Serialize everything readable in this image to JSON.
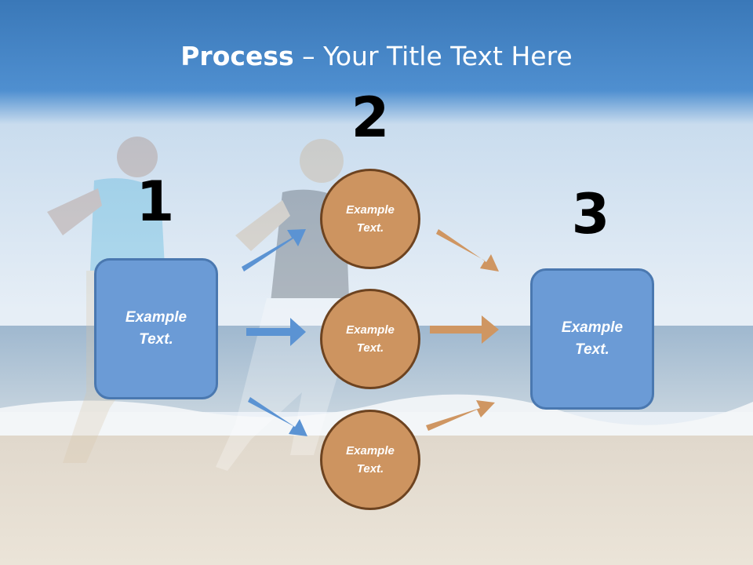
{
  "title": {
    "bold": "Process",
    "rest": " – Your Title Text Here"
  },
  "steps": [
    {
      "number": "1",
      "box_text": "Example Text."
    },
    {
      "number": "2",
      "circles": [
        "Example Text.",
        "Example Text.",
        "Example Text."
      ]
    },
    {
      "number": "3",
      "box_text": "Example Text."
    }
  ],
  "colors": {
    "box_fill": "#6b9bd6",
    "box_border": "#4a78b0",
    "circle_fill": "#cd9460",
    "circle_border": "#6d4320",
    "blue_arrow": "#5b93d3",
    "orange_arrow": "#cf9662"
  }
}
